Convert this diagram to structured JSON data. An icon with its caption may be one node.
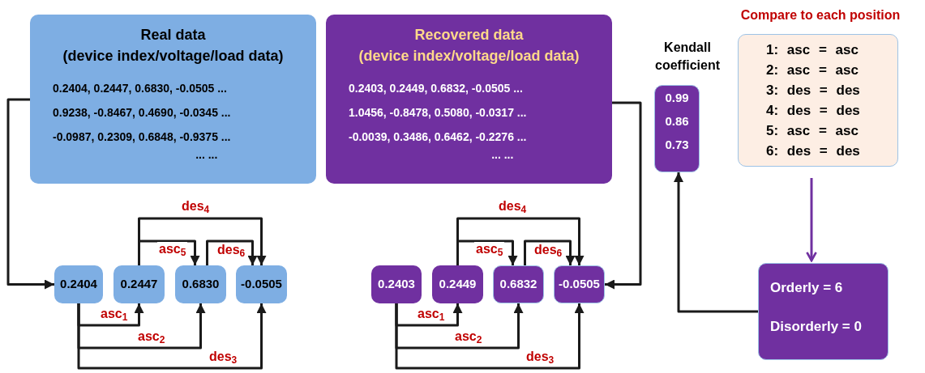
{
  "diagram": {
    "nodes": [
      {
        "text": [
          "Real data",
          "(device index/voltage/load data)",
          "0.2404, 0.2447, 0.6830, -0.0505 ...",
          "0.9238, -0.8467, 0.4690, -0.0345 ...",
          "-0.0987, 0.2309, 0.6848, -0.9375 ...",
          "... ..."
        ]
      },
      {
        "text": [
          "Recovered data",
          "(device index/voltage/load data)",
          "0.2403, 0.2449, 0.6832, -0.0505 ...",
          "1.0456, -0.8478, 0.5080, -0.0317 ...",
          "-0.0039, 0.3486, 0.6462, -0.2276 ...",
          "... ..."
        ]
      },
      {
        "text": [
          "Kendall coefficient",
          "0.99",
          "0.86",
          "0.73"
        ]
      },
      {
        "text": [
          "Compare to each position",
          "1: asc = asc",
          "2: asc = asc",
          "3: des = des",
          "4: des = des",
          "5: asc = asc",
          "6: des = des"
        ]
      },
      {
        "text": [
          "Orderly = 6",
          "Disorderly = 0"
        ]
      },
      {
        "text": [
          "0.2404"
        ]
      },
      {
        "text": [
          "0.2447"
        ]
      },
      {
        "text": [
          "0.6830"
        ]
      },
      {
        "text": [
          "-0.0505"
        ]
      },
      {
        "text": [
          "0.2403"
        ]
      },
      {
        "text": [
          "0.2449"
        ]
      },
      {
        "text": [
          "0.6832"
        ]
      },
      {
        "text": [
          "-0.0505"
        ]
      }
    ],
    "edges": [
      {
        "from": 0,
        "to": 5,
        "arrow": "to"
      },
      {
        "from": 1,
        "to": 12,
        "arrow": "to"
      },
      {
        "from": 3,
        "to": 4,
        "arrow": "to",
        "color": "#7030a0"
      },
      {
        "from": 4,
        "to": 2,
        "arrow": "to"
      },
      {
        "from": 5,
        "to": 6,
        "arrow": "to",
        "label": "asc$_{1}$"
      },
      {
        "from": 5,
        "to": 7,
        "arrow": "to",
        "label": "asc$_{2}$"
      },
      {
        "from": 5,
        "to": 8,
        "arrow": "to",
        "label": "des$_{3}$"
      },
      {
        "from": 6,
        "to": 8,
        "arrow": "to",
        "label": "des$_{4}$"
      },
      {
        "from": 6,
        "to": 7,
        "arrow": "to",
        "label": "asc$_{5}$"
      },
      {
        "from": 7,
        "to": 8,
        "arrow": "to",
        "label": "des$_{6}$"
      },
      {
        "from": 9,
        "to": 10,
        "arrow": "to",
        "label": "asc$_{1}$"
      },
      {
        "from": 9,
        "to": 11,
        "arrow": "to",
        "label": "asc$_{2}$"
      },
      {
        "from": 9,
        "to": 12,
        "arrow": "to",
        "label": "des$_{3}$"
      },
      {
        "from": 10,
        "to": 12,
        "arrow": "to",
        "label": "des$_{4}$"
      },
      {
        "from": 10,
        "to": 11,
        "arrow": "to",
        "label": "asc$_{5}$"
      },
      {
        "from": 11,
        "to": 12,
        "arrow": "to",
        "label": "des$_{6}$"
      }
    ]
  }
}
